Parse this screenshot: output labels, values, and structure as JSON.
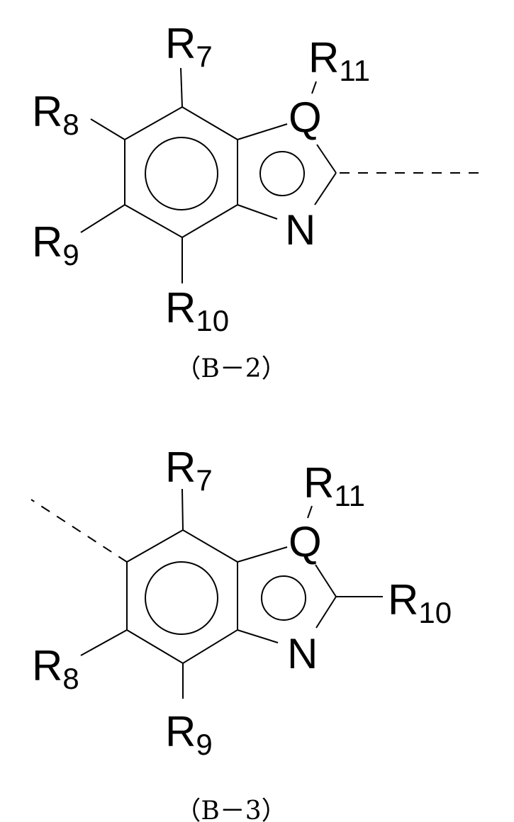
{
  "structures": [
    {
      "caption": "（B－2）",
      "labels": {
        "r7": {
          "main": "R",
          "sub": "7"
        },
        "r8": {
          "main": "R",
          "sub": "8"
        },
        "r9": {
          "main": "R",
          "sub": "9"
        },
        "r10": {
          "main": "R",
          "sub": "10"
        },
        "r11": {
          "main": "R",
          "sub": "11"
        },
        "q": "Q",
        "n": "N"
      }
    },
    {
      "caption": "（B－3）",
      "labels": {
        "r7": {
          "main": "R",
          "sub": "7"
        },
        "r8": {
          "main": "R",
          "sub": "8"
        },
        "r9": {
          "main": "R",
          "sub": "9"
        },
        "r10": {
          "main": "R",
          "sub": "10"
        },
        "r11": {
          "main": "R",
          "sub": "11"
        },
        "q": "Q",
        "n": "N"
      }
    }
  ]
}
